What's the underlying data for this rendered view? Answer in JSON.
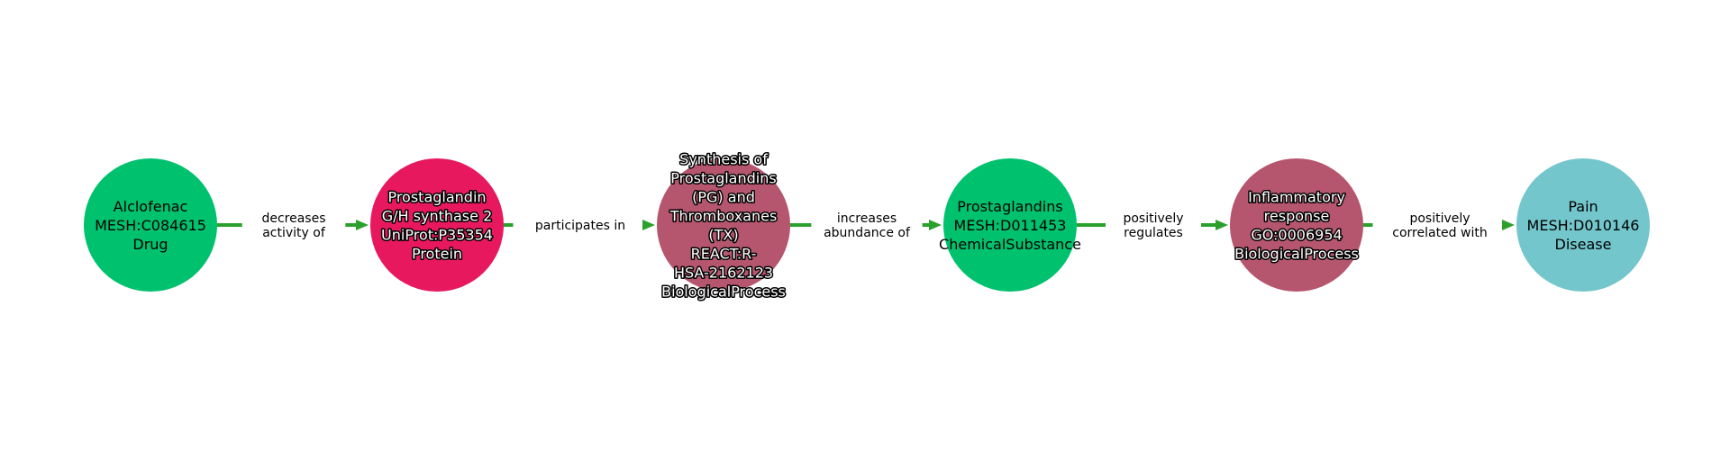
{
  "colors": {
    "edge": "#2ca02c",
    "drug": "#00c26e",
    "protein": "#e8185f",
    "biological_process": "#b5566e",
    "chemical_substance": "#00c26e",
    "disease": "#73c6cb"
  },
  "nodes": [
    {
      "id": "alclofenac",
      "lines": [
        "Alclofenac",
        "MESH:C084615",
        "Drug"
      ],
      "category": "drug",
      "text_style": "dark"
    },
    {
      "id": "ptgs2",
      "lines": [
        "Prostaglandin",
        "G/H synthase 2",
        "UniProt:P35354",
        "Protein"
      ],
      "category": "protein",
      "text_style": "light"
    },
    {
      "id": "synthesis",
      "lines": [
        "Synthesis of",
        "Prostaglandins",
        "(PG) and",
        "Thromboxanes",
        "(TX)",
        "REACT:R-",
        "HSA-2162123",
        "BiologicalProcess"
      ],
      "category": "biological_process",
      "text_style": "light"
    },
    {
      "id": "prostaglandins",
      "lines": [
        "Prostaglandins",
        "MESH:D011453",
        "ChemicalSubstance"
      ],
      "category": "chemical_substance",
      "text_style": "dark"
    },
    {
      "id": "inflammatory",
      "lines": [
        "Inflammatory",
        "response",
        "GO:0006954",
        "BiologicalProcess"
      ],
      "category": "biological_process",
      "text_style": "light"
    },
    {
      "id": "pain",
      "lines": [
        "Pain",
        "MESH:D010146",
        "Disease"
      ],
      "category": "disease",
      "text_style": "dark"
    }
  ],
  "edges": [
    {
      "from": "alclofenac",
      "to": "ptgs2",
      "label_lines": [
        "decreases",
        "activity of"
      ]
    },
    {
      "from": "ptgs2",
      "to": "synthesis",
      "label_lines": [
        "participates in"
      ]
    },
    {
      "from": "synthesis",
      "to": "prostaglandins",
      "label_lines": [
        "increases",
        "abundance of"
      ]
    },
    {
      "from": "prostaglandins",
      "to": "inflammatory",
      "label_lines": [
        "positively",
        "regulates"
      ]
    },
    {
      "from": "inflammatory",
      "to": "pain",
      "label_lines": [
        "positively",
        "correlated with"
      ]
    }
  ]
}
